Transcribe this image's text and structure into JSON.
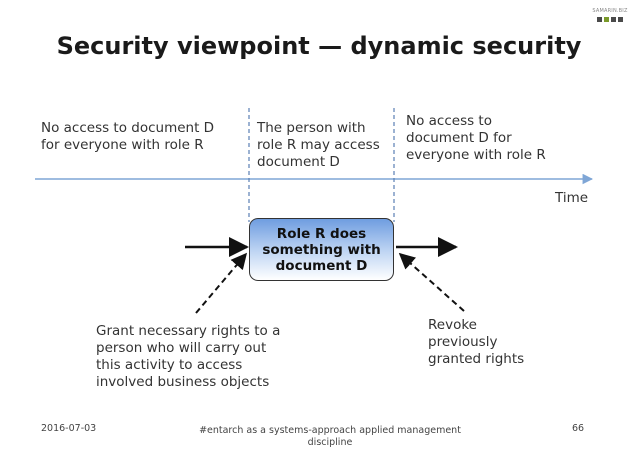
{
  "logo": {
    "text": "SAMARIN.BIZ",
    "colors": [
      "#4a4a4a",
      "#7a9a2a",
      "#4a4a4a",
      "#4a4a4a"
    ]
  },
  "title": "Security viewpoint — dynamic security",
  "timeline": {
    "label": "Time",
    "segments": [
      [
        "No access to document D",
        "for everyone with role R"
      ],
      [
        "The person with",
        "role R may access",
        "document D"
      ],
      [
        "No access to",
        "document D for",
        "everyone with role R"
      ]
    ]
  },
  "activity": [
    "Role R does",
    "something with",
    "document D"
  ],
  "grant": [
    "Grant necessary rights to a",
    "person who will carry out",
    "this activity to access",
    "involved business objects"
  ],
  "revoke": [
    "Revoke",
    "previously",
    "granted rights"
  ],
  "footer": {
    "date": "2016-07-03",
    "center": [
      "#entarch as a systems-approach applied management",
      "discipline"
    ],
    "page": "66"
  },
  "colors": {
    "timeline": "#7fa6d6",
    "box_top": "#6f9de0",
    "box_bottom": "#ffffff"
  }
}
